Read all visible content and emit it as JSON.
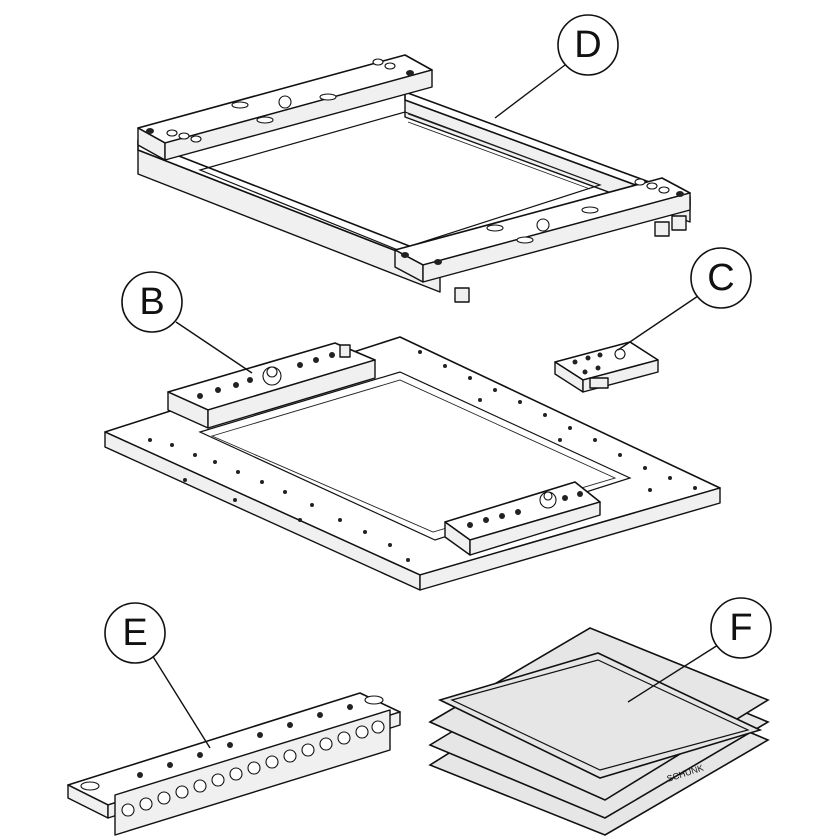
{
  "callouts": {
    "B": "B",
    "C": "C",
    "D": "D",
    "E": "E",
    "F": "F"
  },
  "brand_mark": "SCHUNK"
}
